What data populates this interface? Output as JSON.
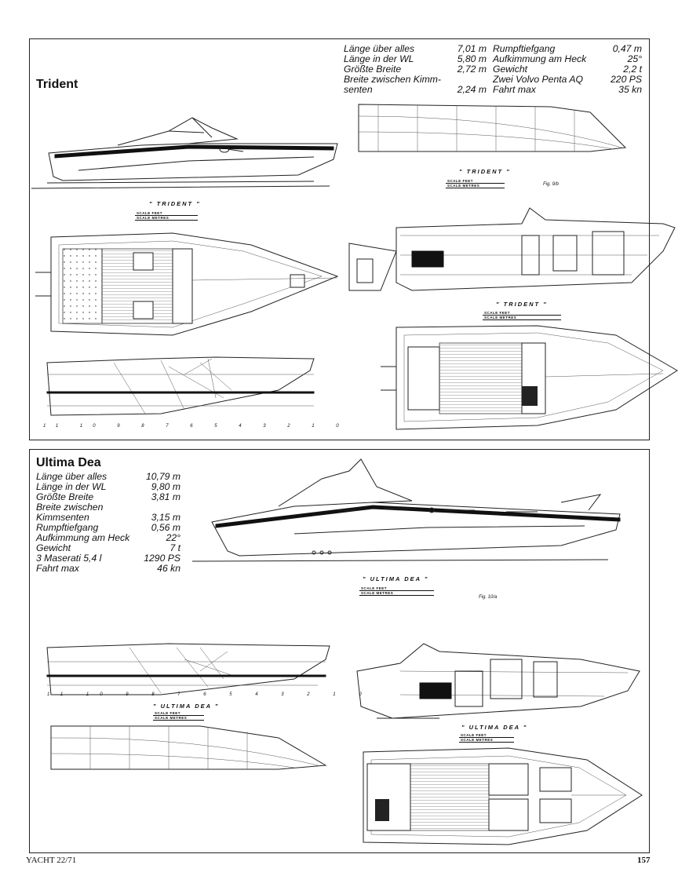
{
  "trident": {
    "title": "Trident",
    "specs_left": [
      {
        "label": "Länge über alles",
        "value": "7,01 m"
      },
      {
        "label": "Länge in der WL",
        "value": "5,80 m"
      },
      {
        "label": "Größte Breite",
        "value": "2,72 m"
      },
      {
        "label": "Breite zwischen Kimm-",
        "value": ""
      },
      {
        "label": "senten",
        "value": "2,24 m"
      }
    ],
    "specs_right": [
      {
        "label": "Rumpftiefgang",
        "value": "0,47 m"
      },
      {
        "label": "Aufkimmung am Heck",
        "value": "25°"
      },
      {
        "label": "Gewicht",
        "value": "2,2 t"
      },
      {
        "label": "Zwei Volvo Penta AQ",
        "value": "220 PS"
      },
      {
        "label": "Fahrt max",
        "value": "35 kn"
      }
    ],
    "drawing_label": "\" TRIDENT \"",
    "scale_feet": "SCALE          FEET",
    "scale_metres": "SCALE         METRES",
    "fig": "Fig. 9/b"
  },
  "ultima": {
    "title": "Ultima Dea",
    "specs": [
      {
        "label": "Länge über alles",
        "value": "10,79 m"
      },
      {
        "label": "Länge in der WL",
        "value": "9,80 m"
      },
      {
        "label": "Größte Breite",
        "value": "3,81 m"
      },
      {
        "label": "Breite zwischen",
        "value": ""
      },
      {
        "label": "Kimmsenten",
        "value": "3,15 m"
      },
      {
        "label": "Rumpftiefgang",
        "value": "0,56 m"
      },
      {
        "label": "Aufkimmung am Heck",
        "value": "22°"
      },
      {
        "label": "Gewicht",
        "value": "7 t"
      },
      {
        "label": "3 Maserati 5,4 l",
        "value": "1290 PS"
      },
      {
        "label": "Fahrt max",
        "value": "46 kn"
      }
    ],
    "drawing_label": "\" ULTIMA DEA \"",
    "scale_feet": "SCALE          FEET",
    "scale_metres": "SCALE         METRES",
    "fig": "Fig. 10/a"
  },
  "footer": {
    "left": "YACHT 22/71",
    "page": "157"
  }
}
